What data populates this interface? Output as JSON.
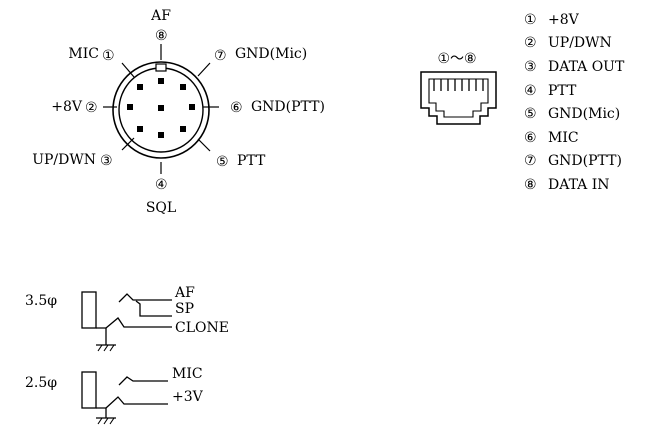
{
  "din": {
    "pins": [
      {
        "num": "①",
        "label": "MIC"
      },
      {
        "num": "②",
        "label": "+8V"
      },
      {
        "num": "③",
        "label": "UP/DWN"
      },
      {
        "num": "④",
        "label": "SQL"
      },
      {
        "num": "⑤",
        "label": "PTT"
      },
      {
        "num": "⑥",
        "label": "GND(PTT)"
      },
      {
        "num": "⑦",
        "label": "GND(Mic)"
      },
      {
        "num": "⑧",
        "label": "AF"
      }
    ]
  },
  "modular": {
    "range_label": "①～⑧",
    "pins": [
      {
        "num": "①",
        "label": "+8V"
      },
      {
        "num": "②",
        "label": "UP/DWN"
      },
      {
        "num": "③",
        "label": "DATA OUT"
      },
      {
        "num": "④",
        "label": "PTT"
      },
      {
        "num": "⑤",
        "label": "GND(Mic)"
      },
      {
        "num": "⑥",
        "label": "MIC"
      },
      {
        "num": "⑦",
        "label": "GND(PTT)"
      },
      {
        "num": "⑧",
        "label": "DATA IN"
      }
    ]
  },
  "jack_35": {
    "size": "3.5φ",
    "tip": "AF",
    "ring": "SP",
    "sleeve": "CLONE"
  },
  "jack_25": {
    "size": "2.5φ",
    "tip": "MIC",
    "sleeve": "+3V"
  }
}
